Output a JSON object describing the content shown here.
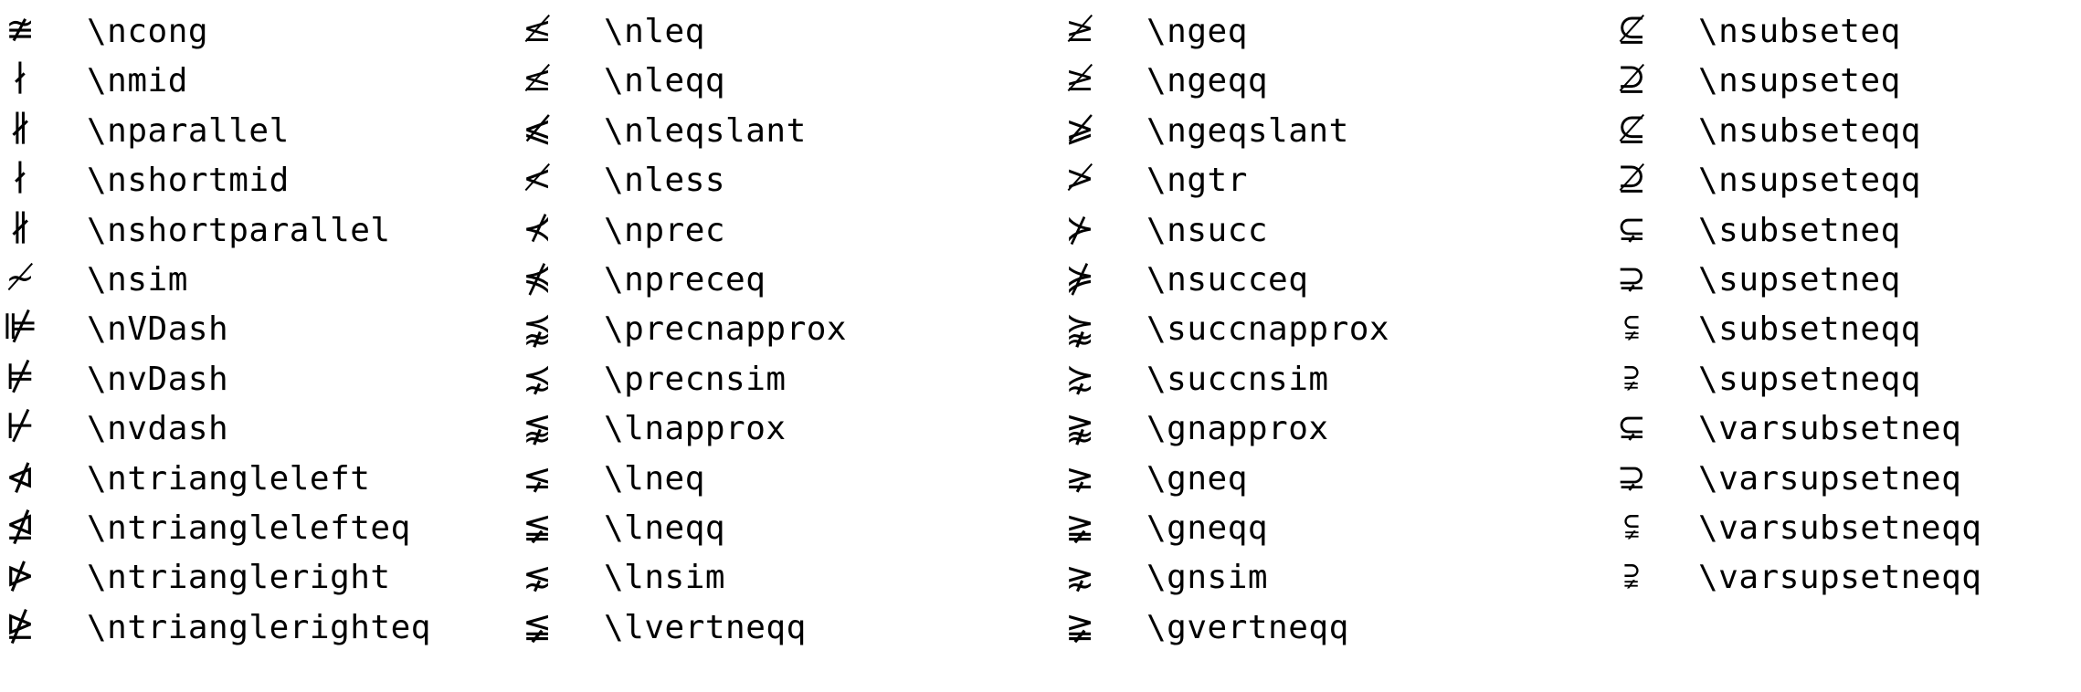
{
  "columns": [
    {
      "entries": [
        {
          "symbol": "≇",
          "command": "\\ncong"
        },
        {
          "symbol": "∤",
          "command": "\\nmid"
        },
        {
          "symbol": "∦",
          "command": "\\nparallel"
        },
        {
          "symbol": "∤",
          "command": "\\nshortmid"
        },
        {
          "symbol": "∦",
          "command": "\\nshortparallel"
        },
        {
          "symbol": "≁",
          "command": "\\nsim"
        },
        {
          "symbol": "⊯",
          "command": "\\nVDash"
        },
        {
          "symbol": "⊭",
          "command": "\\nvDash"
        },
        {
          "symbol": "⊬",
          "command": "\\nvdash"
        },
        {
          "symbol": "⋪",
          "command": "\\ntriangleleft"
        },
        {
          "symbol": "⋬",
          "command": "\\ntrianglelefteq"
        },
        {
          "symbol": "⋫",
          "command": "\\ntriangleright"
        },
        {
          "symbol": "⋭",
          "command": "\\ntrianglerighteq"
        }
      ]
    },
    {
      "entries": [
        {
          "symbol": "≰",
          "command": "\\nleq"
        },
        {
          "symbol": "≰",
          "command": "\\nleqq"
        },
        {
          "symbol": "⩽̸",
          "command": "\\nleqslant"
        },
        {
          "symbol": "≮",
          "command": "\\nless"
        },
        {
          "symbol": "⊀",
          "command": "\\nprec"
        },
        {
          "symbol": "⋠",
          "command": "\\npreceq"
        },
        {
          "symbol": "⪹",
          "command": "\\precnapprox"
        },
        {
          "symbol": "⋨",
          "command": "\\precnsim"
        },
        {
          "symbol": "⪉",
          "command": "\\lnapprox"
        },
        {
          "symbol": "⪇",
          "command": "\\lneq"
        },
        {
          "symbol": "≨",
          "command": "\\lneqq"
        },
        {
          "symbol": "⋦",
          "command": "\\lnsim"
        },
        {
          "symbol": "≨",
          "command": "\\lvertneqq"
        }
      ]
    },
    {
      "entries": [
        {
          "symbol": "≱",
          "command": "\\ngeq"
        },
        {
          "symbol": "≱",
          "command": "\\ngeqq"
        },
        {
          "symbol": "⩾̸",
          "command": "\\ngeqslant"
        },
        {
          "symbol": "≯",
          "command": "\\ngtr"
        },
        {
          "symbol": "⊁",
          "command": "\\nsucc"
        },
        {
          "symbol": "⋡",
          "command": "\\nsucceq"
        },
        {
          "symbol": "⪺",
          "command": "\\succnapprox"
        },
        {
          "symbol": "⋩",
          "command": "\\succnsim"
        },
        {
          "symbol": "⪊",
          "command": "\\gnapprox"
        },
        {
          "symbol": "⪈",
          "command": "\\gneq"
        },
        {
          "symbol": "≩",
          "command": "\\gneqq"
        },
        {
          "symbol": "⋧",
          "command": "\\gnsim"
        },
        {
          "symbol": "≩",
          "command": "\\gvertneqq"
        }
      ]
    },
    {
      "entries": [
        {
          "symbol": "⊈",
          "command": "\\nsubseteq"
        },
        {
          "symbol": "⊉",
          "command": "\\nsupseteq"
        },
        {
          "symbol": "⊈",
          "command": "\\nsubseteqq"
        },
        {
          "symbol": "⊉",
          "command": "\\nsupseteqq"
        },
        {
          "symbol": "⊊",
          "command": "\\subsetneq"
        },
        {
          "symbol": "⊋",
          "command": "\\supsetneq"
        },
        {
          "symbol": "⫋",
          "command": "\\subsetneqq"
        },
        {
          "symbol": "⫌",
          "command": "\\supsetneqq"
        },
        {
          "symbol": "⊊",
          "command": "\\varsubsetneq"
        },
        {
          "symbol": "⊋",
          "command": "\\varsupsetneq"
        },
        {
          "symbol": "⫋",
          "command": "\\varsubsetneqq"
        },
        {
          "symbol": "⫌",
          "command": "\\varsupsetneqq"
        }
      ]
    }
  ]
}
